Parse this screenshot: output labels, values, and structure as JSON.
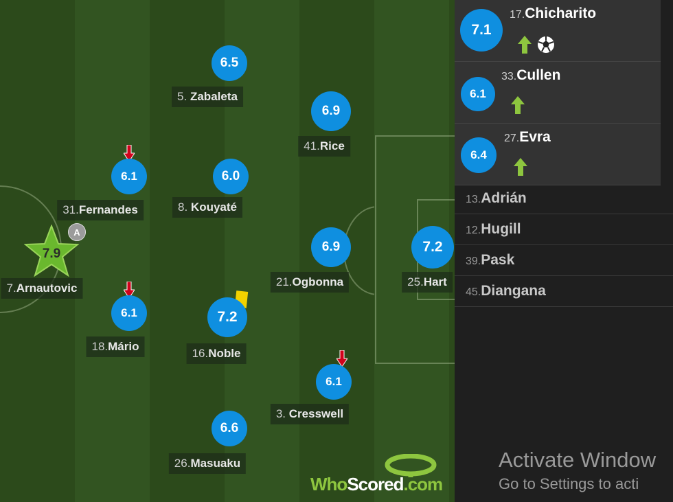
{
  "players": [
    {
      "id": "arnautovic",
      "num": "7.",
      "name": "Arnautovic",
      "rating": "7.9",
      "captain": "A"
    },
    {
      "id": "fernandes",
      "num": "31.",
      "name": "Fernandes",
      "rating": "6.1"
    },
    {
      "id": "mario",
      "num": "18.",
      "name": "Mário",
      "rating": "6.1"
    },
    {
      "id": "zabaleta",
      "num": "5.",
      "name": "Zabaleta",
      "rating": "6.5"
    },
    {
      "id": "kouyate",
      "num": "8.",
      "name": "Kouyaté",
      "rating": "6.0"
    },
    {
      "id": "noble",
      "num": "16.",
      "name": "Noble",
      "rating": "7.2"
    },
    {
      "id": "masuaku",
      "num": "26.",
      "name": "Masuaku",
      "rating": "6.6"
    },
    {
      "id": "rice",
      "num": "41.",
      "name": "Rice",
      "rating": "6.9"
    },
    {
      "id": "ogbonna",
      "num": "21.",
      "name": "Ogbonna",
      "rating": "6.9"
    },
    {
      "id": "cresswell",
      "num": "3.",
      "name": "Cresswell",
      "rating": "6.1"
    },
    {
      "id": "hart",
      "num": "25.",
      "name": "Hart",
      "rating": "7.2"
    }
  ],
  "substitutes_used": [
    {
      "num": "17.",
      "name": "Chicharito",
      "rating": "7.1",
      "icons": [
        "sub-in-arrow",
        "goal-ball"
      ]
    },
    {
      "num": "33.",
      "name": "Cullen",
      "rating": "6.1",
      "icons": [
        "sub-in-arrow"
      ]
    },
    {
      "num": "27.",
      "name": "Evra",
      "rating": "6.4",
      "icons": [
        "sub-in-arrow"
      ]
    }
  ],
  "bench": [
    {
      "num": "13.",
      "name": "Adrián"
    },
    {
      "num": "12.",
      "name": "Hugill"
    },
    {
      "num": "39.",
      "name": "Pask"
    },
    {
      "num": "45.",
      "name": "Diangana"
    }
  ],
  "logo": {
    "part1": "Who",
    "part2": "Scored",
    "part3": ".com"
  },
  "watermark": {
    "line1": "Activate Window",
    "line2": "Go to Settings to acti"
  },
  "colors": {
    "rating_badge": "#0f8fe0",
    "star": "#6ab82e",
    "sub_in": "#8ec63f",
    "sub_out": "#d0021b",
    "yellow_card": "#f2d200"
  }
}
